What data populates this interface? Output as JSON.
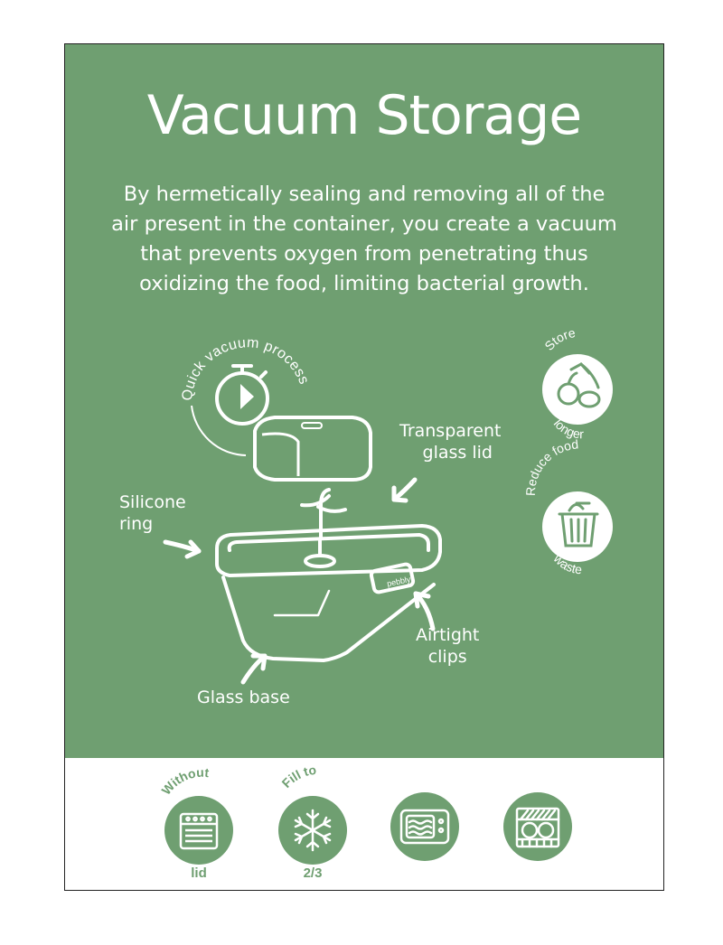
{
  "title": "Vacuum Storage",
  "description": "By hermetically sealing and removing all of the air present in the container, you create a vacuum that prevents oxygen from penetrating thus oxidizing the food, limiting bacterial growth.",
  "diagram": {
    "quick_vacuum": "Quick vacuum process",
    "transparent_lid": [
      "Transparent",
      "glass lid"
    ],
    "silicone_ring": [
      "Silicone",
      "ring"
    ],
    "airtight_clips": [
      "Airtight",
      "clips"
    ],
    "glass_base": "Glass base",
    "brand": "pebbly"
  },
  "badges": {
    "store_longer": {
      "top": "Store",
      "bottom": "longer",
      "icon": "food-lemon-apple-icon"
    },
    "reduce_waste": {
      "top": "Reduce food",
      "bottom": "waste",
      "icon": "trash-bin-icon"
    }
  },
  "usage_icons": [
    {
      "top": "Without",
      "bottom": "lid",
      "icon": "oven-icon"
    },
    {
      "top": "Fill to",
      "bottom": "2/3",
      "icon": "snowflake-freezer-icon"
    },
    {
      "top": "",
      "bottom": "",
      "icon": "microwave-icon"
    },
    {
      "top": "",
      "bottom": "",
      "icon": "dishwasher-icon"
    }
  ],
  "colors": {
    "panel": "#6f9f71",
    "line": "#ffffff",
    "frame": "#222222"
  }
}
